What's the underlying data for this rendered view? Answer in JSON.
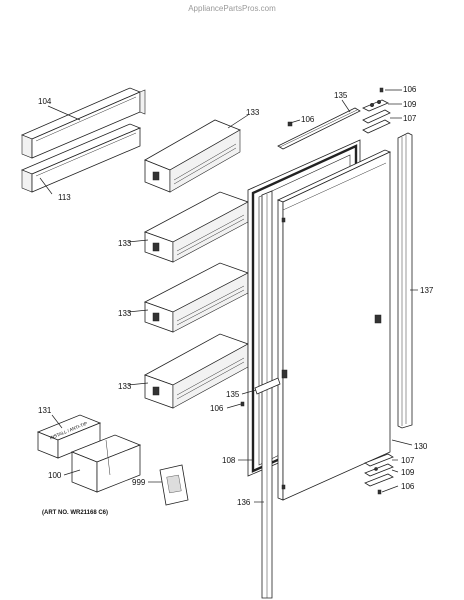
{
  "watermark": "AppliancePartsPros.com",
  "art_note": "(ART NO. WR21168 C6)",
  "box_texts": {
    "box_131": "INSTALL / ANTI-TIP"
  },
  "callouts": {
    "c104": "104",
    "c113": "113",
    "c133a": "133",
    "c133b": "133",
    "c133c": "133",
    "c133d": "133",
    "c106a": "106",
    "c135a": "135",
    "c106b": "106",
    "c109a": "109",
    "c107a": "107",
    "c137": "137",
    "c135b": "135",
    "c106c": "106",
    "c130": "130",
    "c108": "108",
    "c107b": "107",
    "c109b": "109",
    "c106d": "106",
    "c136": "136",
    "c131": "131",
    "c100": "100",
    "c999": "999"
  }
}
